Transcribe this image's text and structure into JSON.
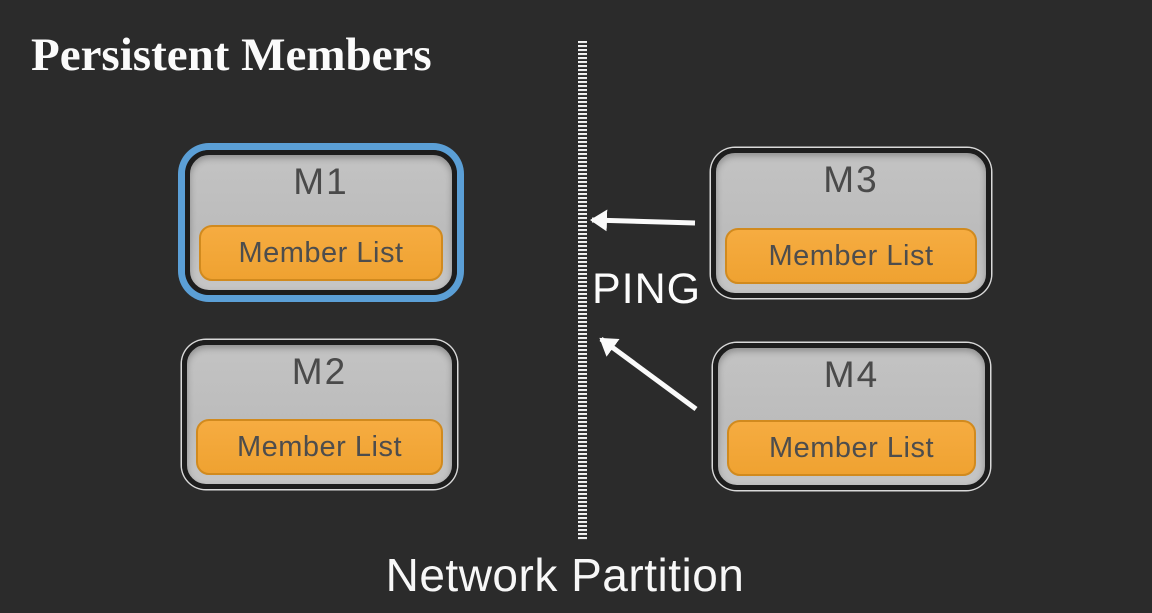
{
  "title": "Persistent Members",
  "partition": {
    "caption": "Network Partition",
    "ping_label": "PING"
  },
  "nodes": [
    {
      "id": "m1",
      "label": "M1",
      "member_list_label": "Member List",
      "highlighted": true
    },
    {
      "id": "m2",
      "label": "M2",
      "member_list_label": "Member List",
      "highlighted": false
    },
    {
      "id": "m3",
      "label": "M3",
      "member_list_label": "Member List",
      "highlighted": false
    },
    {
      "id": "m4",
      "label": "M4",
      "member_list_label": "Member List",
      "highlighted": false
    }
  ],
  "arrows": [
    {
      "name": "ping-arrow-from-m3",
      "from": "M3",
      "to": "network-partition"
    },
    {
      "name": "ping-arrow-from-m4",
      "from": "M4",
      "to": "network-partition"
    }
  ],
  "colors": {
    "background": "#2b2b2b",
    "highlight_blue": "#5b9fd6",
    "node_gray": "#c0c0c0",
    "node_border_dark": "#1d1d1d",
    "member_list_orange": "#f2a438",
    "member_list_border": "#d18a1e",
    "node_text_dark": "#4a4a4a",
    "text_light": "#ffffff"
  }
}
